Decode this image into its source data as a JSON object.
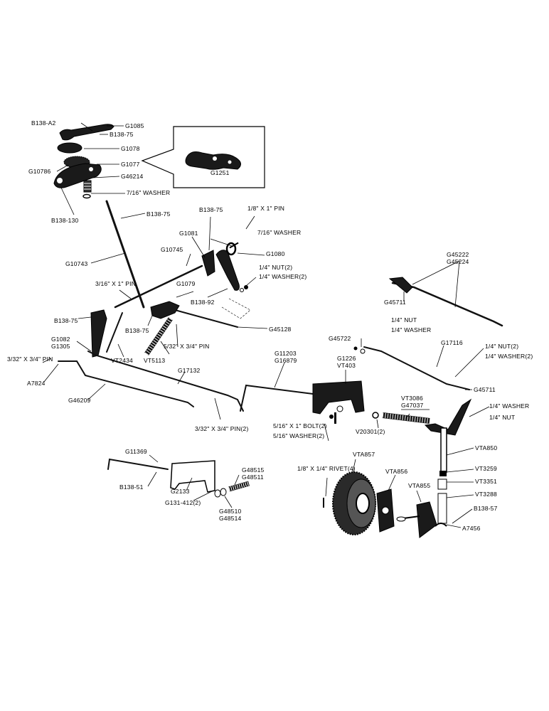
{
  "labels": [
    "B138-A2",
    "G1085",
    "B138-75",
    "G1078",
    "G1077",
    "G10786",
    "G46214",
    "7/16\" WASHER",
    "B138-130",
    "G1251",
    "B138-75",
    "1/8\" X 1\" PIN",
    "B138-75",
    "7/16\" WASHER",
    "G1081",
    "G10745",
    "G1080",
    "G10743",
    "1/4\" NUT(2)",
    "1/4\" WASHER(2)",
    "3/16\" X 1\" PIN",
    "G1079",
    "B138-92",
    "G45128",
    "B138-75",
    "B138-75",
    "VT2434",
    "VT5113",
    "5/32\" X 3/4\" PIN",
    "G1082",
    "G1305",
    "3/32\" X 3/4\" PIN",
    "A7824",
    "G46209",
    "G17132",
    "G11203",
    "G16879",
    "G1226",
    "VT403",
    "G45722",
    "1/4\" NUT",
    "1/4\" WASHER",
    "G45222",
    "G45224",
    "G45711",
    "G17116",
    "1/4\" NUT(2)",
    "1/4\" WASHER(2)",
    "G45711",
    "3/32\" X 3/4\" PIN(2)",
    "5/16\" X 1\" BOLT(2)",
    "5/16\" WASHER(2)",
    "VT3086",
    "G47037",
    "V20301(2)",
    "1/4\" WASHER",
    "1/4\" NUT",
    "VTA850",
    "G11369",
    "B138-51",
    "G2133",
    "G131-412(2)",
    "G48515",
    "G48511",
    "G48510",
    "G48514",
    "1/8\" X 1/4\" RIVET(4)",
    "VTA857",
    "VTA856",
    "VTA855",
    "VT3259",
    "VT3351",
    "VT3288",
    "B138-57",
    "A7456"
  ]
}
